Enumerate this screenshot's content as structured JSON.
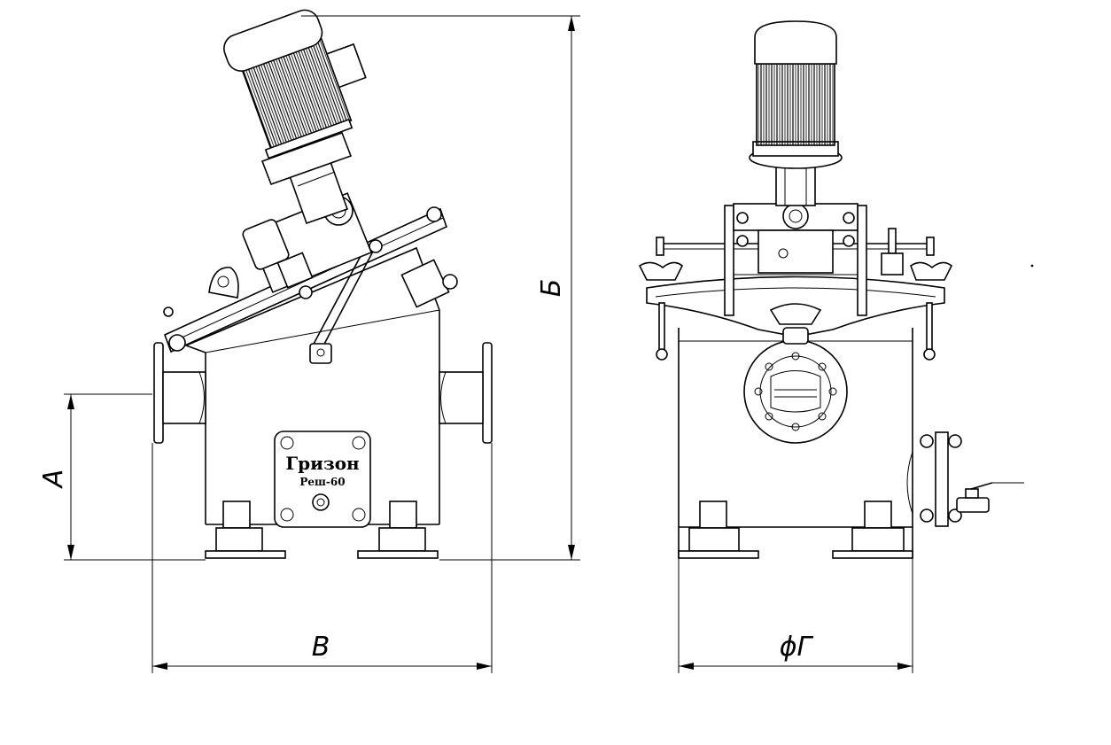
{
  "dimensions": {
    "A": "А",
    "B": "Б",
    "V": "В",
    "G": "ϕГ"
  },
  "nameplate": {
    "brand": "Гризон",
    "model": "Реш-60"
  }
}
